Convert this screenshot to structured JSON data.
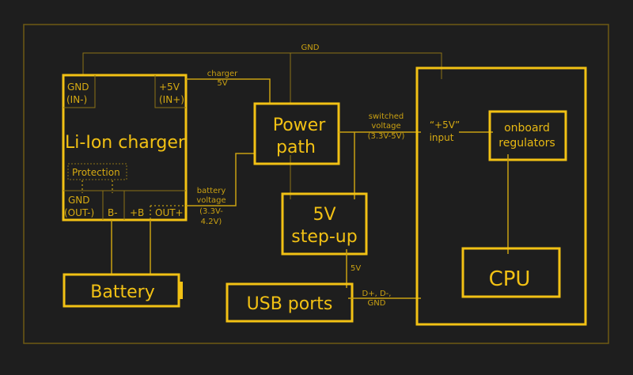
{
  "diagram": {
    "gnd_bus_label": "GND",
    "blocks": {
      "charger": {
        "title": "Li-Ion charger",
        "pin_gnd_in": [
          "GND",
          "(IN-)"
        ],
        "pin_5v_in": [
          "+5V",
          "(IN+)"
        ],
        "protection": "Protection",
        "pin_gnd_out": [
          "GND",
          "(OUT-)"
        ],
        "pin_b_minus": "B-",
        "pin_b_plus": "+B",
        "pin_out_plus": "OUT+"
      },
      "battery": {
        "title": "Battery"
      },
      "power_path": {
        "title": [
          "Power",
          "path"
        ]
      },
      "step_up": {
        "title": [
          "5V",
          "step-up"
        ]
      },
      "usb": {
        "title": "USB ports"
      },
      "board": {
        "input_label": [
          "“+5V”",
          "input"
        ],
        "regulators": [
          "onboard",
          "regulators"
        ],
        "cpu": "CPU"
      }
    },
    "wire_labels": {
      "charger_5v": [
        "charger",
        "5V"
      ],
      "battery_voltage": [
        "battery",
        "voltage",
        "(3.3V-",
        "4.2V)"
      ],
      "switched_voltage": [
        "switched",
        "voltage",
        "(3.3V-5V)"
      ],
      "usb_5v": "5V",
      "usb_data": [
        "D+, D-,",
        "GND"
      ]
    },
    "colors": {
      "background": "#1e1e1e",
      "accent": "#f2c114",
      "frame": "#6e5a14"
    }
  }
}
